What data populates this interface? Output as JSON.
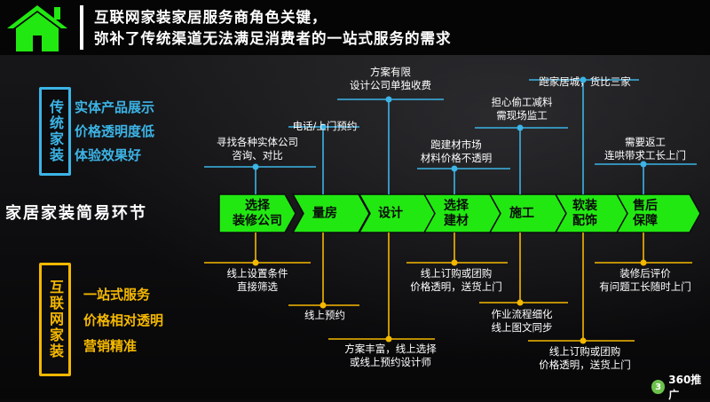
{
  "header": {
    "line1": "互联网家装家居服务商角色关键，",
    "line2": "弥补了传统渠道无法满足消费者的一站式服务的需求"
  },
  "traditional": {
    "title": "传统家装",
    "features": [
      "实体产品展示",
      "价格透明度低",
      "体验效果好"
    ],
    "color": "#3cb4e6"
  },
  "internet": {
    "title": "互联网家装",
    "features": [
      "一站式服务",
      "价格相对透明",
      "营销精准"
    ],
    "color": "#f5b800"
  },
  "stages_label": "家居家装简易环节",
  "stages": [
    {
      "line1": "选择",
      "line2": "装修公司"
    },
    {
      "line1": "量房",
      "line2": ""
    },
    {
      "line1": "设计",
      "line2": ""
    },
    {
      "line1": "选择",
      "line2": "建材"
    },
    {
      "line1": "施工",
      "line2": ""
    },
    {
      "line1": "软装",
      "line2": "配饰"
    },
    {
      "line1": "售后",
      "line2": "保障"
    }
  ],
  "stage_color": "#22e812",
  "traditional_callouts": [
    {
      "line1": "寻找各种实体公司",
      "line2": "咨询、对比"
    },
    {
      "line1": "电话/上门预约",
      "line2": ""
    },
    {
      "line1": "方案有限",
      "line2": "设计公司单独收费"
    },
    {
      "line1": "跑建材市场",
      "line2": "材料价格不透明"
    },
    {
      "line1": "担心偷工减料",
      "line2": "需现场监工"
    },
    {
      "line1": "跑家居城，货比三家",
      "line2": ""
    },
    {
      "line1": "需要返工",
      "line2": "连哄带求工长上门"
    }
  ],
  "internet_callouts": [
    {
      "line1": "线上设置条件",
      "line2": "直接筛选"
    },
    {
      "line1": "线上预约",
      "line2": ""
    },
    {
      "line1": "方案丰富，线上选择",
      "line2": "或线上预约设计师"
    },
    {
      "line1": "线上订购或团购",
      "line2": "价格透明，送货上门"
    },
    {
      "line1": "作业流程细化",
      "line2": "线上图文同步"
    },
    {
      "line1": "线上订购或团购",
      "line2": "价格透明，送货上门"
    },
    {
      "line1": "装修后评价",
      "line2": "有问题工长随时上门"
    }
  ],
  "logo": {
    "mark": "3",
    "text": "360推广"
  }
}
